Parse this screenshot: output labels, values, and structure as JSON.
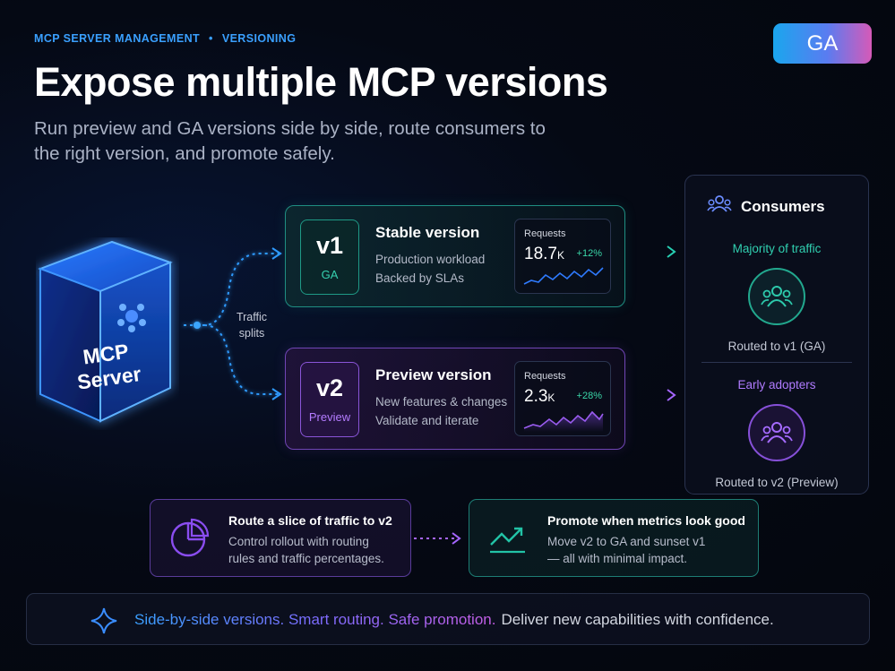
{
  "header": {
    "eyebrow_left": "MCP SERVER MANAGEMENT",
    "eyebrow_sep": "•",
    "eyebrow_right": "VERSIONING",
    "badge": "GA",
    "title": "Expose multiple MCP versions",
    "subtitle": "Run preview and GA versions side by side, route consumers to the right version, and promote safely."
  },
  "server": {
    "line1": "MCP",
    "line2": "Server",
    "traffic_label": "Traffic splits"
  },
  "versions": [
    {
      "num": "v1",
      "tag": "GA",
      "heading": "Stable version",
      "line1": "Production workload",
      "line2": "Backed by SLAs",
      "metric_label": "Requests",
      "metric_value": "18.7",
      "metric_unit": "K",
      "metric_change": "+12%",
      "accent": "#1f9a86"
    },
    {
      "num": "v2",
      "tag": "Preview",
      "heading": "Preview version",
      "line1": "New features & changes",
      "line2": "Validate and iterate",
      "metric_label": "Requests",
      "metric_value": "2.3",
      "metric_unit": "K",
      "metric_change": "+28%",
      "accent": "#8a55d8"
    }
  ],
  "consumers": {
    "title": "Consumers",
    "groups": [
      {
        "title": "Majority of traffic",
        "footer": "Routed to v1 (GA)",
        "icon": "users-icon"
      },
      {
        "title": "Early adopters",
        "footer": "Routed to v2 (Preview)",
        "icon": "users-icon"
      }
    ]
  },
  "actions": [
    {
      "heading": "Route a slice of traffic to v2",
      "line1": "Control rollout with routing",
      "line2": "rules and traffic percentages.",
      "icon": "pie-chart-icon"
    },
    {
      "heading": "Promote when metrics look good",
      "line1": "Move v2 to GA and sunset v1",
      "line2": "— all with minimal impact.",
      "icon": "trend-up-icon"
    }
  ],
  "footer": {
    "highlight": "Side-by-side versions. Smart routing. Safe promotion.",
    "rest": "Deliver new capabilities with confidence.",
    "icon": "sparkle-icon"
  },
  "colors": {
    "teal": "#22c3a6",
    "purple": "#9a5cf0",
    "blue": "#1c8dff"
  }
}
